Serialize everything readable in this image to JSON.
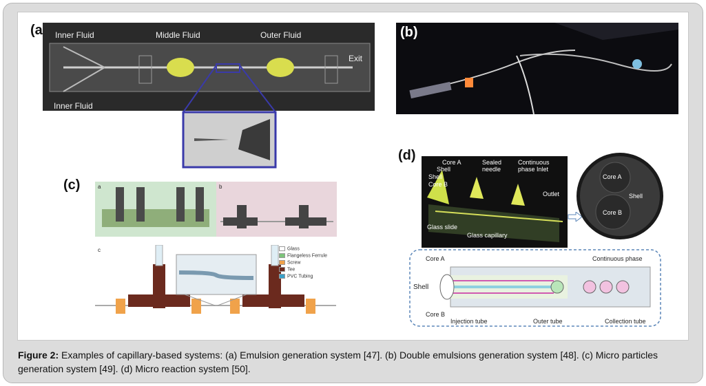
{
  "figure": {
    "caption_label": "Figure 2:",
    "caption_text": "Examples of capillary-based systems: (a) Emulsion generation system [47]. (b) Double emulsions generation system [48]. (c) Micro particles generation system [49]. (d) Micro reaction system [50]."
  },
  "panel_a": {
    "label": "(a)",
    "inner_fluid_top": "Inner Fluid",
    "middle_fluid": "Middle Fluid",
    "outer_fluid": "Outer Fluid",
    "exit": "Exit",
    "inner_fluid_bottom": "Inner Fluid"
  },
  "panel_b": {
    "label": "(b)"
  },
  "panel_c": {
    "label": "(c)",
    "sub_a": "a",
    "sub_b": "b",
    "sub_c": "c",
    "legend": [
      "Glass",
      "Flangeless Ferrule",
      "Screw",
      "Tee",
      "PVC Tubing"
    ],
    "legend_colors": [
      "#ffffff",
      "#7cc47a",
      "#f0a24a",
      "#6b2a1e",
      "#3aa0c8"
    ]
  },
  "panel_d": {
    "label": "(d)",
    "core_a": "Core A",
    "shell1": "Shell",
    "shell2": "Shell",
    "core_b": "Core B",
    "sealed_needle": "Sealed\nneedle",
    "continuous_inlet": "Continuous\nphase Inlet",
    "outlet": "Outlet",
    "glass_slide": "Glass slide",
    "glass_capillary": "Glass capillary",
    "circle_core_a": "Core A",
    "circle_shell": "Shell",
    "circle_core_b": "Core B",
    "schem_core_a": "Core A",
    "schem_shell": "Shell",
    "schem_core_b": "Core B",
    "continuous_phase": "Continuous phase",
    "injection_tube": "Injection tube",
    "outer_tube": "Outer tube",
    "collection_tube": "Collection tube"
  }
}
